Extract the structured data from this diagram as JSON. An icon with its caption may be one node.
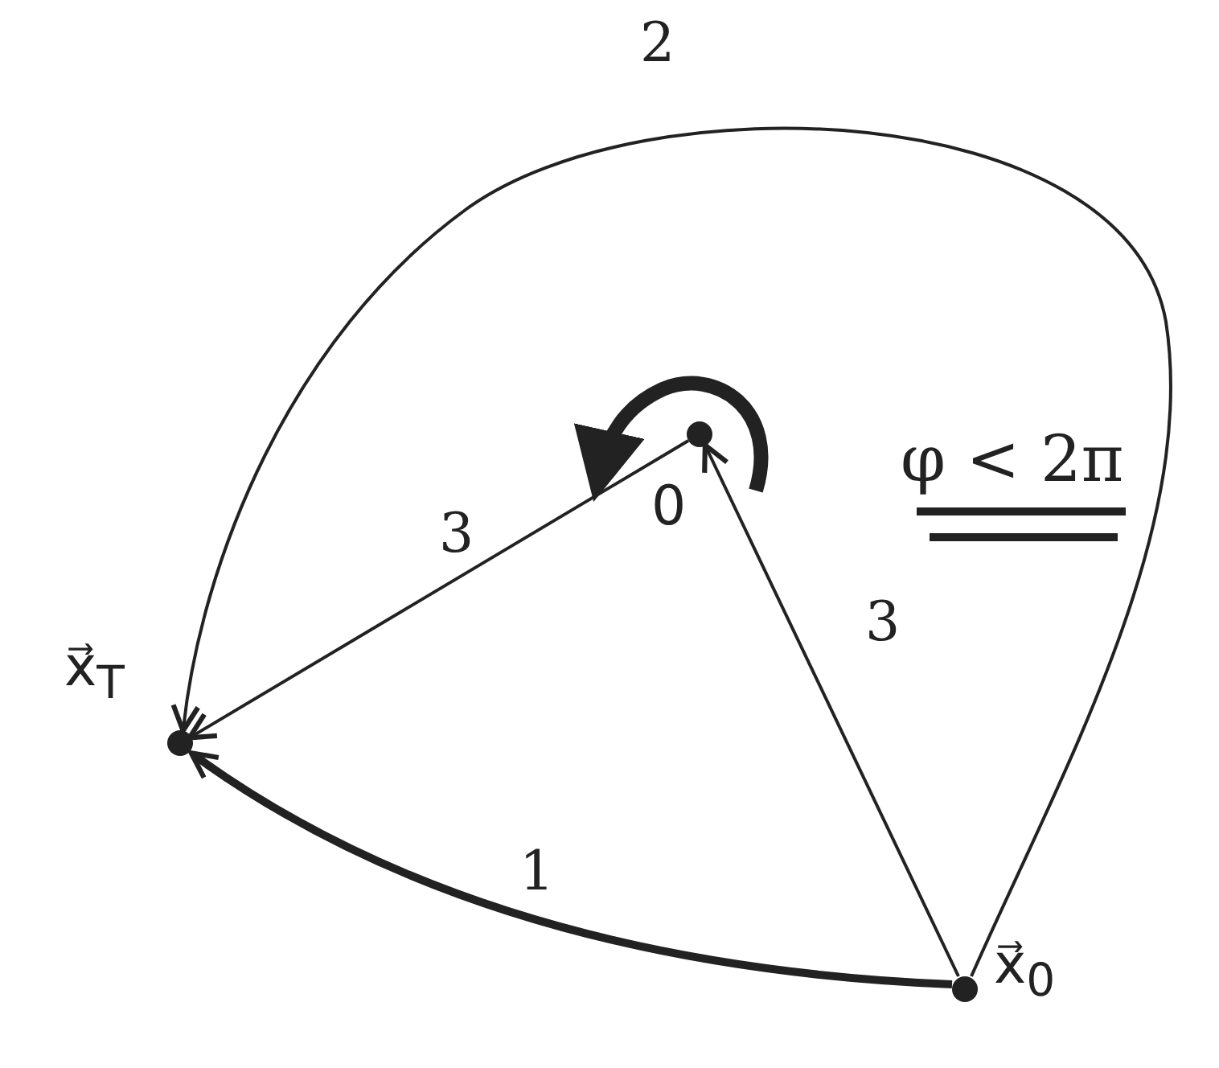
{
  "diagram": {
    "nodes": [
      {
        "text": [],
        "shape": "circle",
        "beside": [
          "x⃗$_{T}$"
        ]
      },
      {
        "text": [],
        "shape": "circle",
        "beside": [
          "0"
        ]
      },
      {
        "text": [],
        "shape": "circle",
        "beside": [
          "x⃗$_{0}$"
        ]
      }
    ],
    "edges": [
      {
        "from": 2,
        "to": 0,
        "arrow": "to",
        "label": "1",
        "style": "thick"
      },
      {
        "from": 2,
        "to": 0,
        "arrow": "to",
        "label": "2"
      },
      {
        "from": 2,
        "to": 1,
        "arrow": "to",
        "label": "3"
      },
      {
        "from": 1,
        "to": 0,
        "arrow": "to",
        "label": "3"
      }
    ],
    "labels": [
      "φ < 2π"
    ]
  }
}
